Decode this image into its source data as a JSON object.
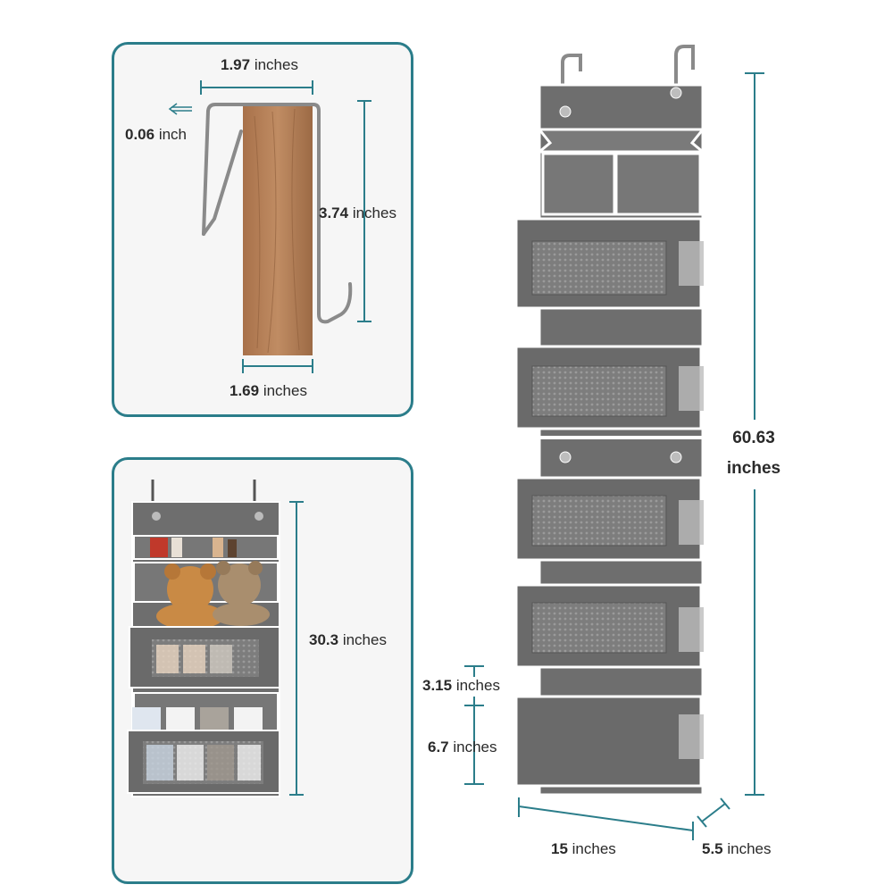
{
  "hook_panel": {
    "width_value": "1.97",
    "width_unit": " inches",
    "thickness_value": "0.06",
    "thickness_unit": " inch",
    "height_value": "3.74",
    "height_unit": " inches",
    "door_value": "1.69",
    "door_unit": " inches"
  },
  "usage_panel": {
    "height_value": "30.3",
    "height_unit": " inches"
  },
  "organizer": {
    "total_height_value": "60.63",
    "total_height_unit": "inches",
    "pocket_gap_value": "3.15",
    "pocket_gap_unit": " inches",
    "pocket_height_value": "6.7",
    "pocket_height_unit": " inches",
    "width_value": "15",
    "width_unit": " inches",
    "depth_value": "5.5",
    "depth_unit": " inches"
  },
  "colors": {
    "panel_border": "#2b7d8a",
    "dimension_line": "#2b7d8a",
    "fabric": "#6e6e6e",
    "trim": "#ffffff",
    "wood": "#b07c55"
  }
}
